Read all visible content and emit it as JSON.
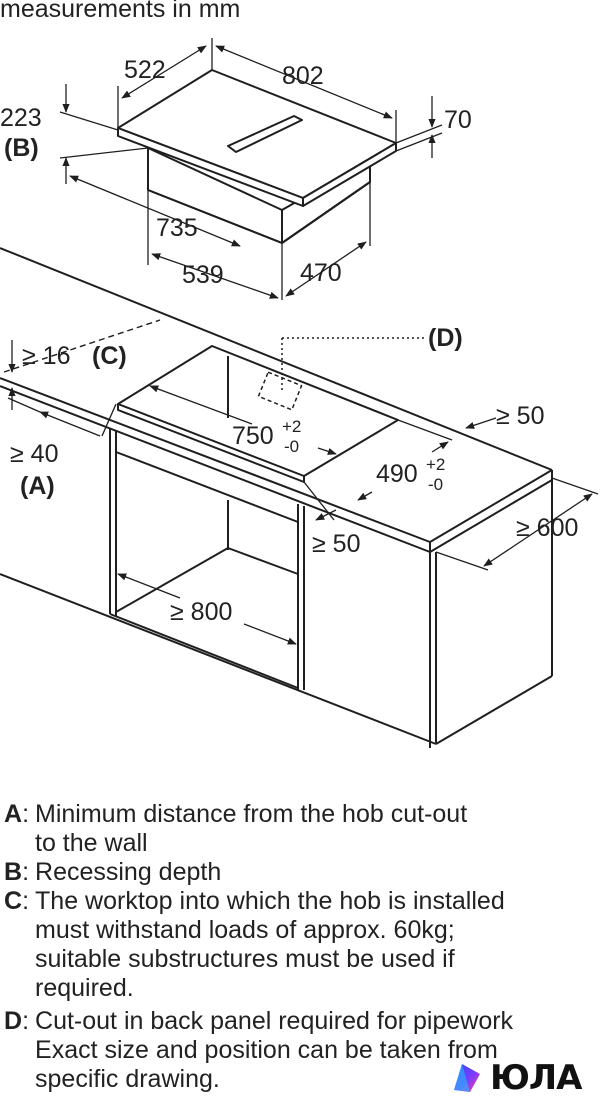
{
  "title": "measurements in mm",
  "hob_dims": {
    "width": "802",
    "depth": "522",
    "height": "70",
    "recess": "223",
    "recess_key": "(B)",
    "body_width": "735",
    "body_depth_front": "539",
    "body_depth_side": "470"
  },
  "cutout_dims": {
    "worktop_min": "≥ 16",
    "worktop_key": "(C)",
    "wall_min": "≥ 40",
    "wall_key": "(A)",
    "cut_length": "750",
    "cut_length_tol_upper": "+2",
    "cut_length_tol_lower": "-0",
    "cut_depth": "490",
    "cut_depth_tol_upper": "+2",
    "cut_depth_tol_lower": "-0",
    "right_clearance": "≥ 50",
    "front_clearance": "≥ 50",
    "worktop_depth": "≥ 600",
    "cabinet_width": "≥ 800",
    "pipe_key": "(D)"
  },
  "legend": [
    {
      "key": "A",
      "lines": [
        "Minimum distance from the hob cut-out",
        "to the wall"
      ]
    },
    {
      "key": "B",
      "lines": [
        "Recessing depth"
      ]
    },
    {
      "key": "C",
      "lines": [
        "The worktop into which the hob is installed",
        "must withstand loads of approx. 60kg;",
        "suitable substructures must be used if",
        "required."
      ]
    },
    {
      "key": "D",
      "lines": [
        "Cut-out in back panel required for pipework",
        "Exact size and position can be taken from",
        "specific drawing."
      ]
    }
  ],
  "brand": {
    "name": "ЮЛА"
  },
  "colors": {
    "line": "#1f1f1f",
    "text": "#222222",
    "logo_blue": "#2c4bff",
    "logo_pink": "#ff3da5"
  }
}
